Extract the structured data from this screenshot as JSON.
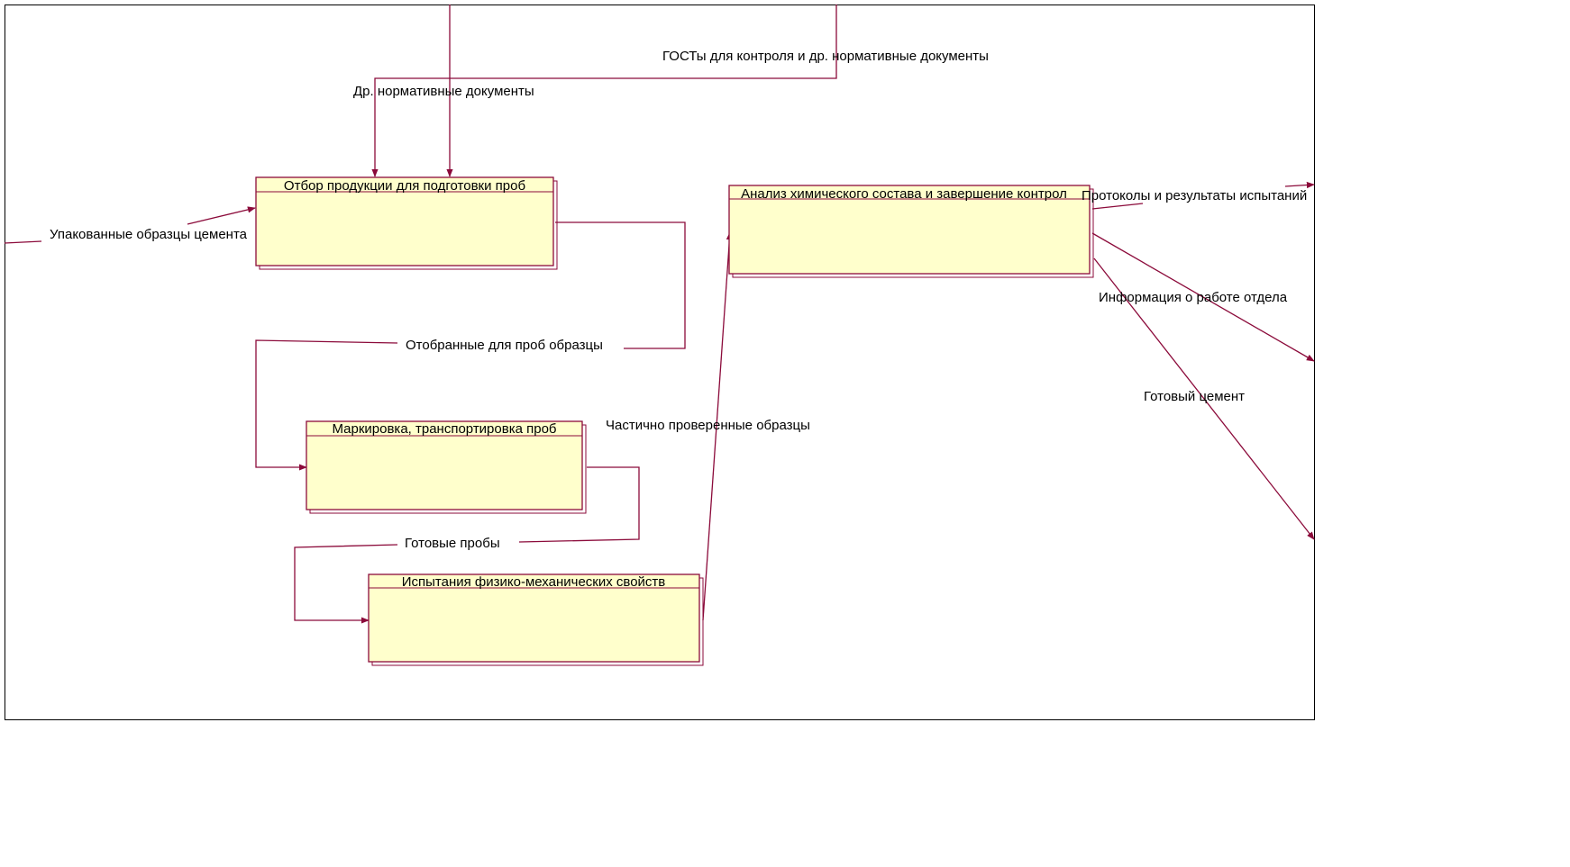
{
  "colors": {
    "box_fill": "#ffffcc",
    "box_stroke": "#8b0a3a",
    "arrow": "#8b0a3a",
    "text": "#000000",
    "frame": "#000000",
    "background": "#ffffff"
  },
  "boxes": {
    "selection": {
      "title": "Отбор продукции для подготовки проб"
    },
    "marking": {
      "title": "Маркировка, транспортировка проб"
    },
    "testing": {
      "title": "Испытания физико-механических свойств"
    },
    "analysis": {
      "title": "Анализ химического состава и завершение контрол"
    }
  },
  "arrows": {
    "gosts": "ГОСТы для контроля и др. нормативные документы",
    "other_docs": "Др. нормативные документы",
    "packed_samples": "Упакованные образцы цемента",
    "selected_samples": "Отобранные для проб образцы",
    "ready_samples": "Готовые пробы",
    "partially_checked": "Частично проверенные образцы",
    "protocols": "Протоколы и результаты испытаний",
    "department_info": "Информация о работе отдела",
    "ready_cement": "Готовый цемент"
  }
}
